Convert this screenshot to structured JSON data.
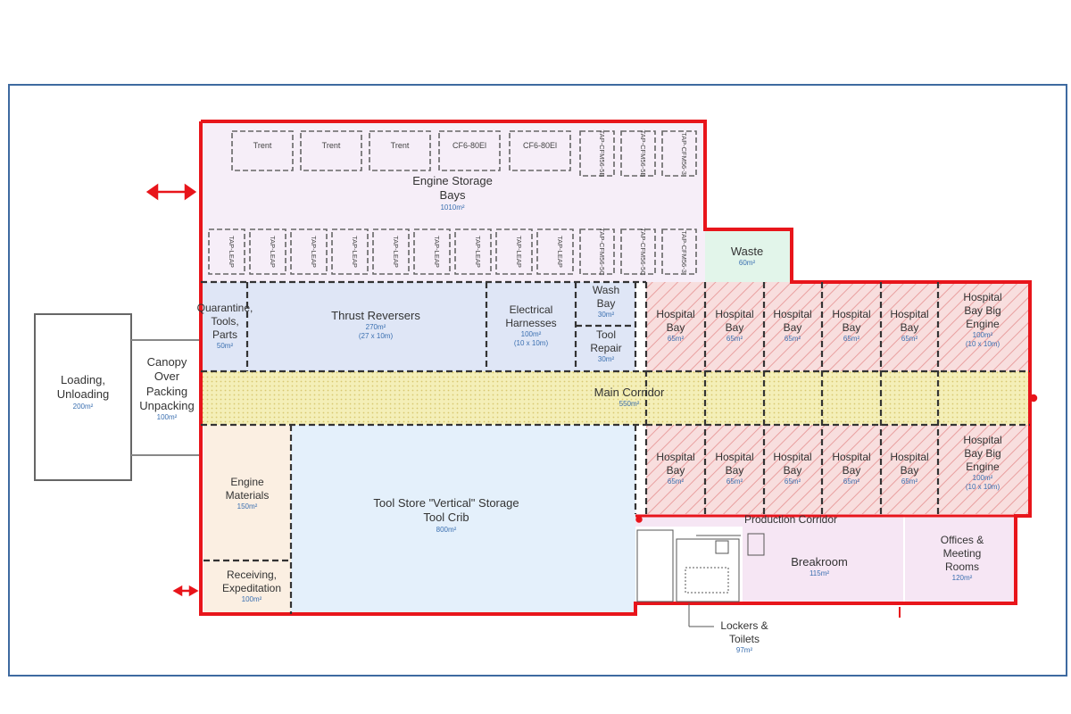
{
  "colors": {
    "wall_red": "#e8151b",
    "outer_blue": "#3e6aa0",
    "storage_fill": "#f6eef8",
    "blue_fill": "#dfe6f6",
    "toolstore_fill": "#e4f0fb",
    "hospital_fill": "#f8dede",
    "corridor_fill": "#f4efb8",
    "materials_fill": "#fbefe2",
    "waste_fill": "#e2f5ea",
    "office_fill": "#f6e6f4"
  },
  "engine_bays": {
    "top": [
      "Trent",
      "Trent",
      "Trent",
      "CF6-80El",
      "CF6-80El"
    ],
    "top_vertical": [
      "TAP-CFM56-5B",
      "TAP-CFM56-5B",
      "TAP-CFM56-3"
    ],
    "bottom_leap": [
      "TAP-LEAP",
      "TAP-LEAP",
      "TAP-LEAP",
      "TAP-LEAP",
      "TAP-LEAP",
      "TAP-LEAP",
      "TAP-LEAP",
      "TAP-LEAP",
      "TAP-LEAP"
    ],
    "bottom_vertical": [
      "TAP-CFM56-5C",
      "TAP-CFM56-5C",
      "TAP-CFM56-3"
    ]
  },
  "rooms": {
    "engine_storage": {
      "name1": "Engine Storage",
      "name2": "Bays",
      "area": "1010m²"
    },
    "waste": {
      "name": "Waste",
      "area": "60m²"
    },
    "quarantine": {
      "name1": "Quarantine,",
      "name2": "Tools,",
      "name3": "Parts",
      "area": "50m²"
    },
    "thrust": {
      "name": "Thrust Reversers",
      "area": "270m²",
      "dims": "(27 x 10m)"
    },
    "electrical": {
      "name1": "Electrical",
      "name2": "Harnesses",
      "area": "100m²",
      "dims": "(10 x 10m)"
    },
    "wash": {
      "name1": "Wash",
      "name2": "Bay",
      "area": "30m²"
    },
    "tool_repair": {
      "name1": "Tool",
      "name2": "Repair",
      "area": "30m²"
    },
    "hospital": {
      "name1": "Hospital",
      "name2": "Bay",
      "area": "65m²"
    },
    "hospital_big": {
      "name1": "Hospital",
      "name2": "Bay Big",
      "name3": "Engine",
      "area": "100m²",
      "dims": "(10 x 10m)"
    },
    "corridor": {
      "name": "Main Corridor",
      "area": "550m²"
    },
    "loading": {
      "name1": "Loading,",
      "name2": "Unloading",
      "area": "200m²"
    },
    "canopy": {
      "name1": "Canopy",
      "name2": "Over",
      "name3": "Packing",
      "name4": "Unpacking",
      "area": "100m²"
    },
    "engine_materials": {
      "name1": "Engine",
      "name2": "Materials",
      "area": "150m²"
    },
    "toolstore": {
      "name1": "Tool Store \"Vertical\" Storage",
      "name2": "Tool Crib",
      "area": "800m²"
    },
    "receiving": {
      "name1": "Receiving,",
      "name2": "Expeditation",
      "area": "100m²"
    },
    "production_corridor": {
      "name": "Production Corridor"
    },
    "breakroom": {
      "name": "Breakroom",
      "area": "115m²"
    },
    "offices": {
      "name1": "Offices &",
      "name2": "Meeting",
      "name3": "Rooms",
      "area": "120m²"
    },
    "lockers": {
      "name1": "Lockers &",
      "name2": "Toilets",
      "area": "97m²"
    }
  }
}
